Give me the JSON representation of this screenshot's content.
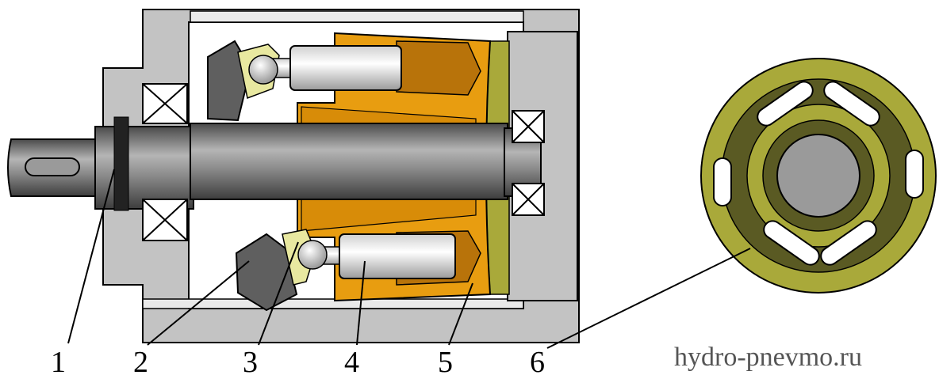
{
  "callouts": [
    {
      "label": "1",
      "part": "drive-shaft"
    },
    {
      "label": "2",
      "part": "swash-plate"
    },
    {
      "label": "3",
      "part": "shoe-retainer"
    },
    {
      "label": "4",
      "part": "piston"
    },
    {
      "label": "5",
      "part": "cylinder-block"
    },
    {
      "label": "6",
      "part": "valve-plate"
    }
  ],
  "watermark": "hydro-pnevmo.ru",
  "colors": {
    "housing": "#c3c3c3",
    "shaft": "#7a7a7a",
    "cylinder_block": "#e89d10",
    "cylinder_dark": "#b8730a",
    "piston": "#f4f4f4",
    "swash_plate": "#5f5f5f",
    "valve_plate": "#a9a93a",
    "retainer": "#e8e8a0",
    "outline": "#000000"
  }
}
